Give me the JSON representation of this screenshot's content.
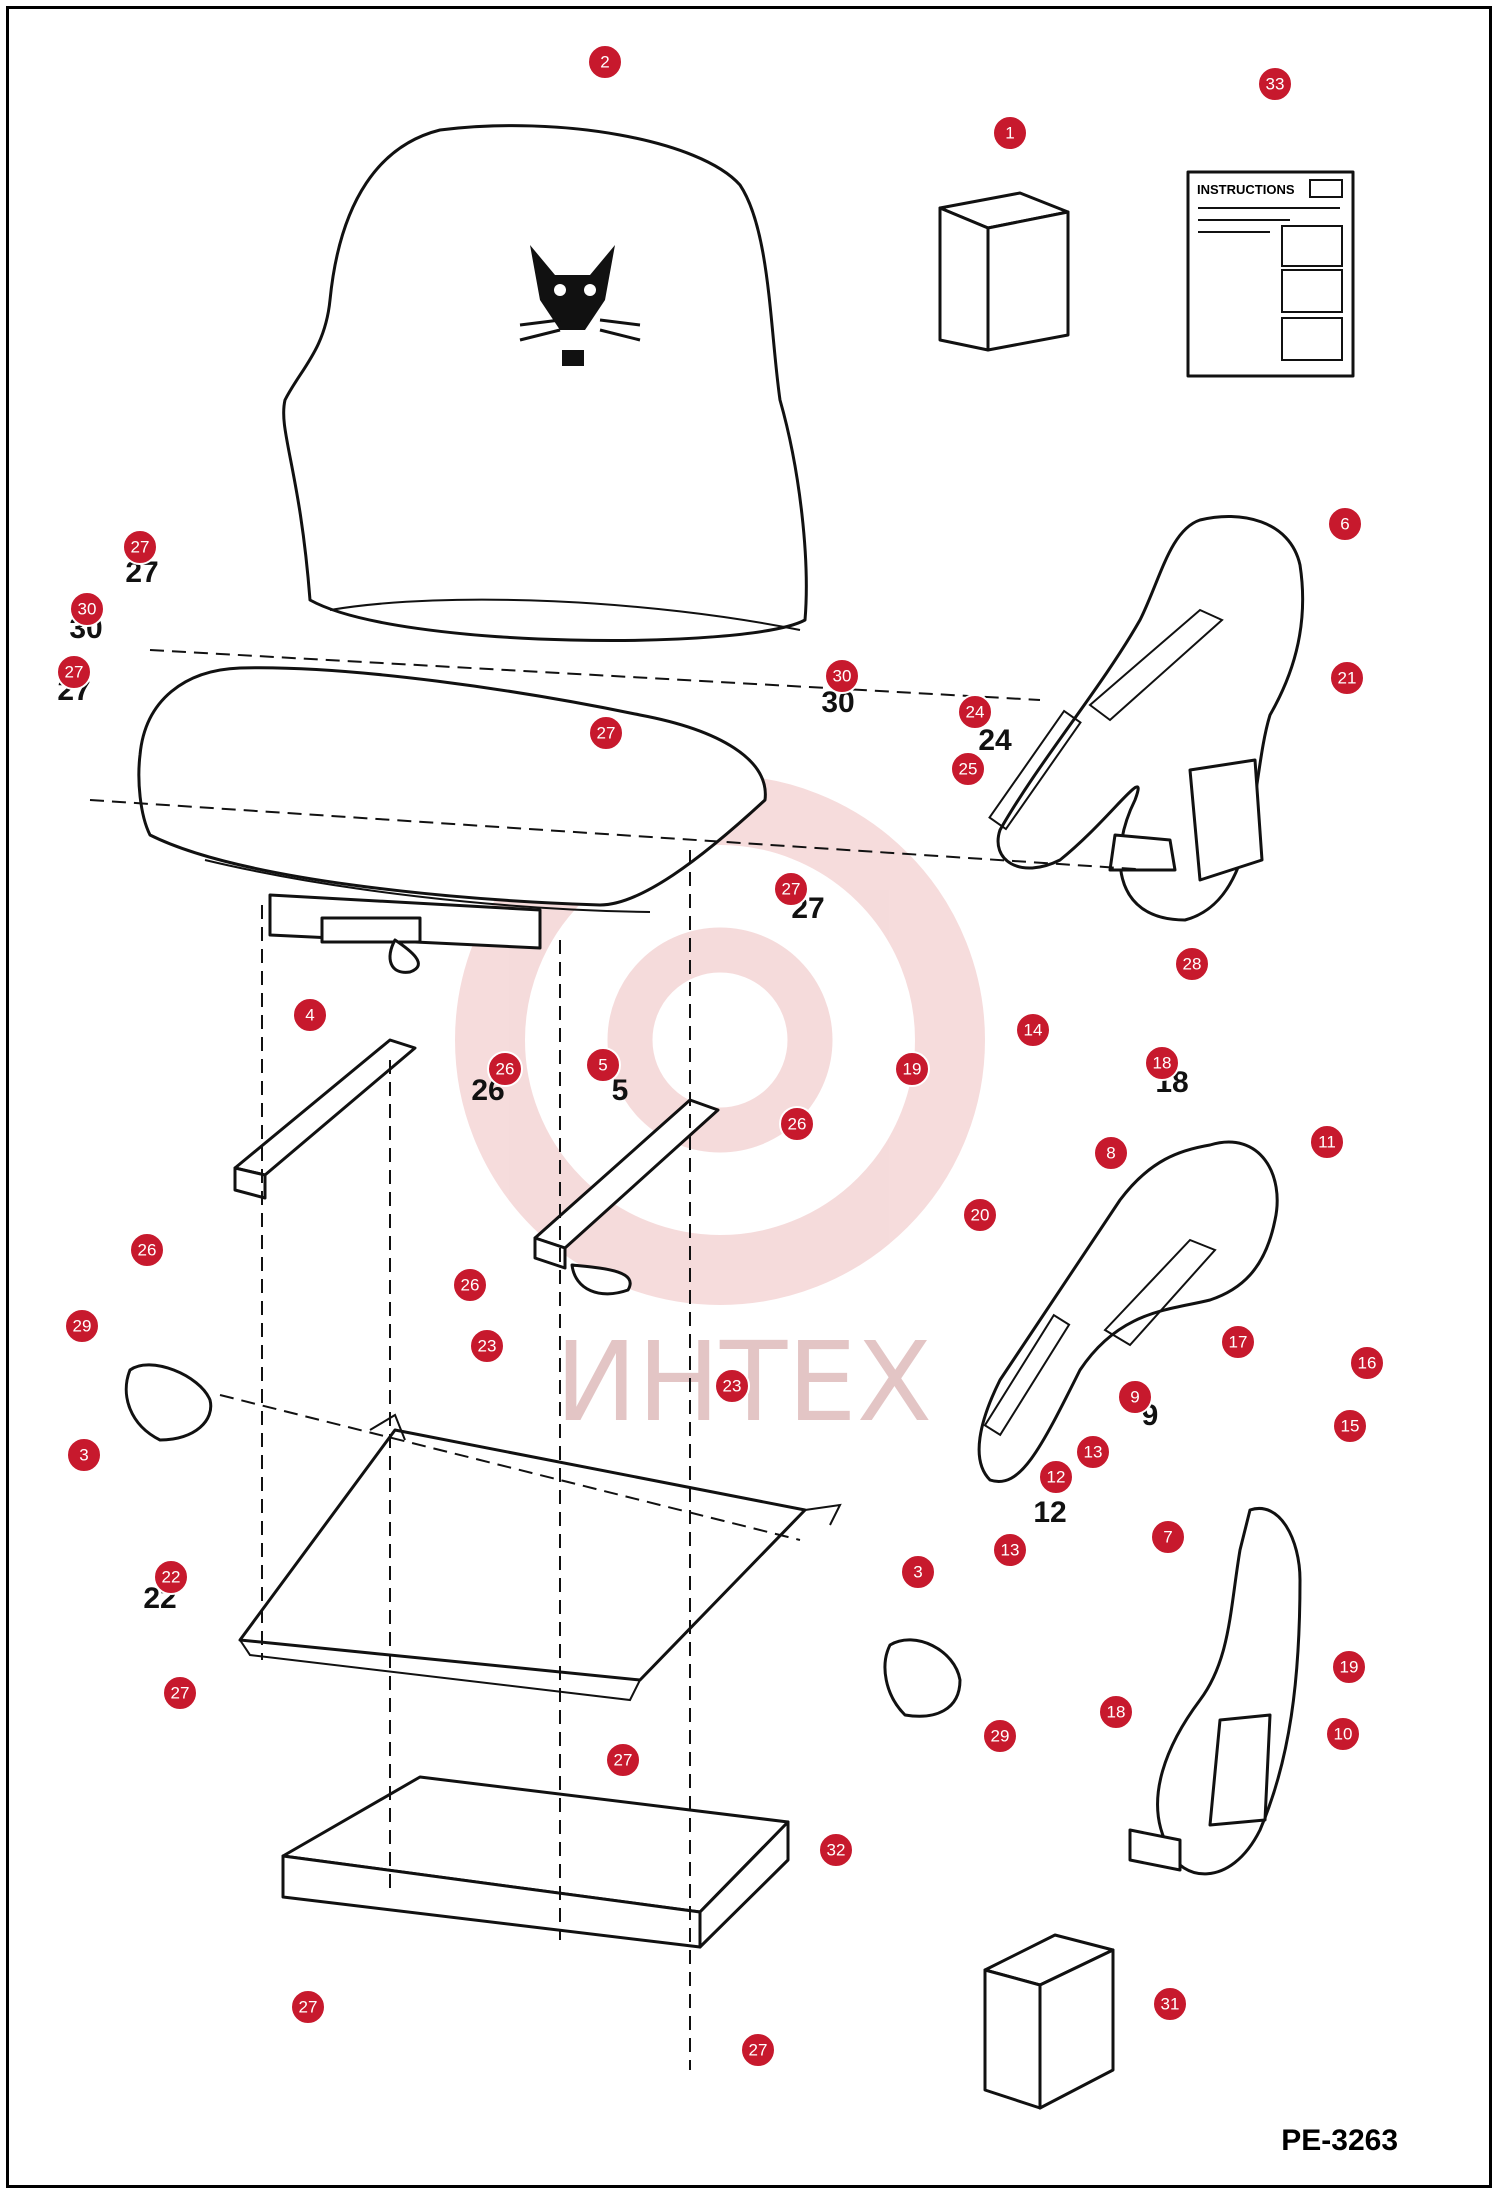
{
  "document_code": "PE-3263",
  "instructions_label": "INSTRUCTIONS",
  "watermark_text": "ИНТЕХ",
  "badge_color": "#c7192d",
  "callouts": [
    {
      "badge": "1"
    },
    {
      "badge": "2"
    },
    {
      "badge": "33"
    },
    {
      "badge": "27",
      "label": "27"
    },
    {
      "badge": "30",
      "label": "30"
    },
    {
      "badge": "27",
      "label": "27"
    },
    {
      "badge": "6"
    },
    {
      "badge": "21"
    },
    {
      "badge": "30",
      "label": "30"
    },
    {
      "badge": "24",
      "label": "24"
    },
    {
      "badge": "25"
    },
    {
      "badge": "27"
    },
    {
      "badge": "27",
      "label": "27"
    },
    {
      "badge": "28"
    },
    {
      "badge": "4"
    },
    {
      "badge": "26",
      "label": "26"
    },
    {
      "badge": "5",
      "label": "5"
    },
    {
      "badge": "26"
    },
    {
      "badge": "19"
    },
    {
      "badge": "14"
    },
    {
      "badge": "18",
      "label": "18"
    },
    {
      "badge": "8"
    },
    {
      "badge": "11"
    },
    {
      "badge": "20"
    },
    {
      "badge": "26"
    },
    {
      "badge": "26"
    },
    {
      "badge": "29"
    },
    {
      "badge": "23"
    },
    {
      "badge": "23"
    },
    {
      "badge": "3"
    },
    {
      "badge": "17"
    },
    {
      "badge": "16"
    },
    {
      "badge": "9",
      "label": "9"
    },
    {
      "badge": "15"
    },
    {
      "badge": "13"
    },
    {
      "badge": "12",
      "label": "12"
    },
    {
      "badge": "7"
    },
    {
      "badge": "13"
    },
    {
      "badge": "22",
      "label": "22"
    },
    {
      "badge": "3"
    },
    {
      "badge": "19"
    },
    {
      "badge": "27"
    },
    {
      "badge": "18"
    },
    {
      "badge": "29"
    },
    {
      "badge": "27"
    },
    {
      "badge": "10"
    },
    {
      "badge": "32"
    },
    {
      "badge": "31"
    },
    {
      "badge": "27"
    },
    {
      "badge": "27"
    }
  ]
}
